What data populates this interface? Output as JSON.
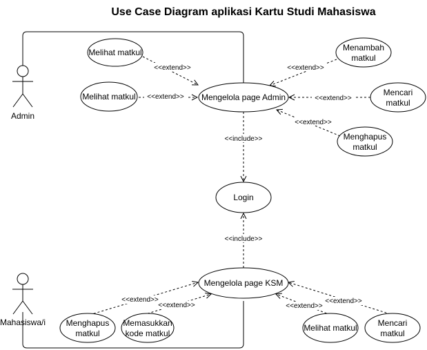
{
  "title": "Use Case Diagram aplikasi Kartu Studi Mahasiswa",
  "actors": {
    "admin": "Admin",
    "mahasiswa": "Mahasiswa/i"
  },
  "use_cases": {
    "melihat_matkul_top": "Melihat matkul",
    "melihat_matkul_admin": "Melihat matkul",
    "mengelola_admin": "Mengelola page Admin",
    "menambah_line1": "Menambah",
    "menambah_line2": "matkul",
    "mencari_admin_line1": "Mencari",
    "mencari_admin_line2": "matkul",
    "menghapus_admin_line1": "Menghapus",
    "menghapus_admin_line2": "matkul",
    "login": "Login",
    "mengelola_ksm": "Mengelola page KSM",
    "menghapus_ksm_line1": "Menghapus",
    "menghapus_ksm_line2": "matkul",
    "memasukkan_line1": "Memasukkan",
    "memasukkan_line2": "kode matkul",
    "melihat_matkul_ksm": "Melihat matkul",
    "mencari_ksm_line1": "Mencari",
    "mencari_ksm_line2": "matkul"
  },
  "relations": {
    "extend": "<<extend>>",
    "include": "<<include>>"
  }
}
